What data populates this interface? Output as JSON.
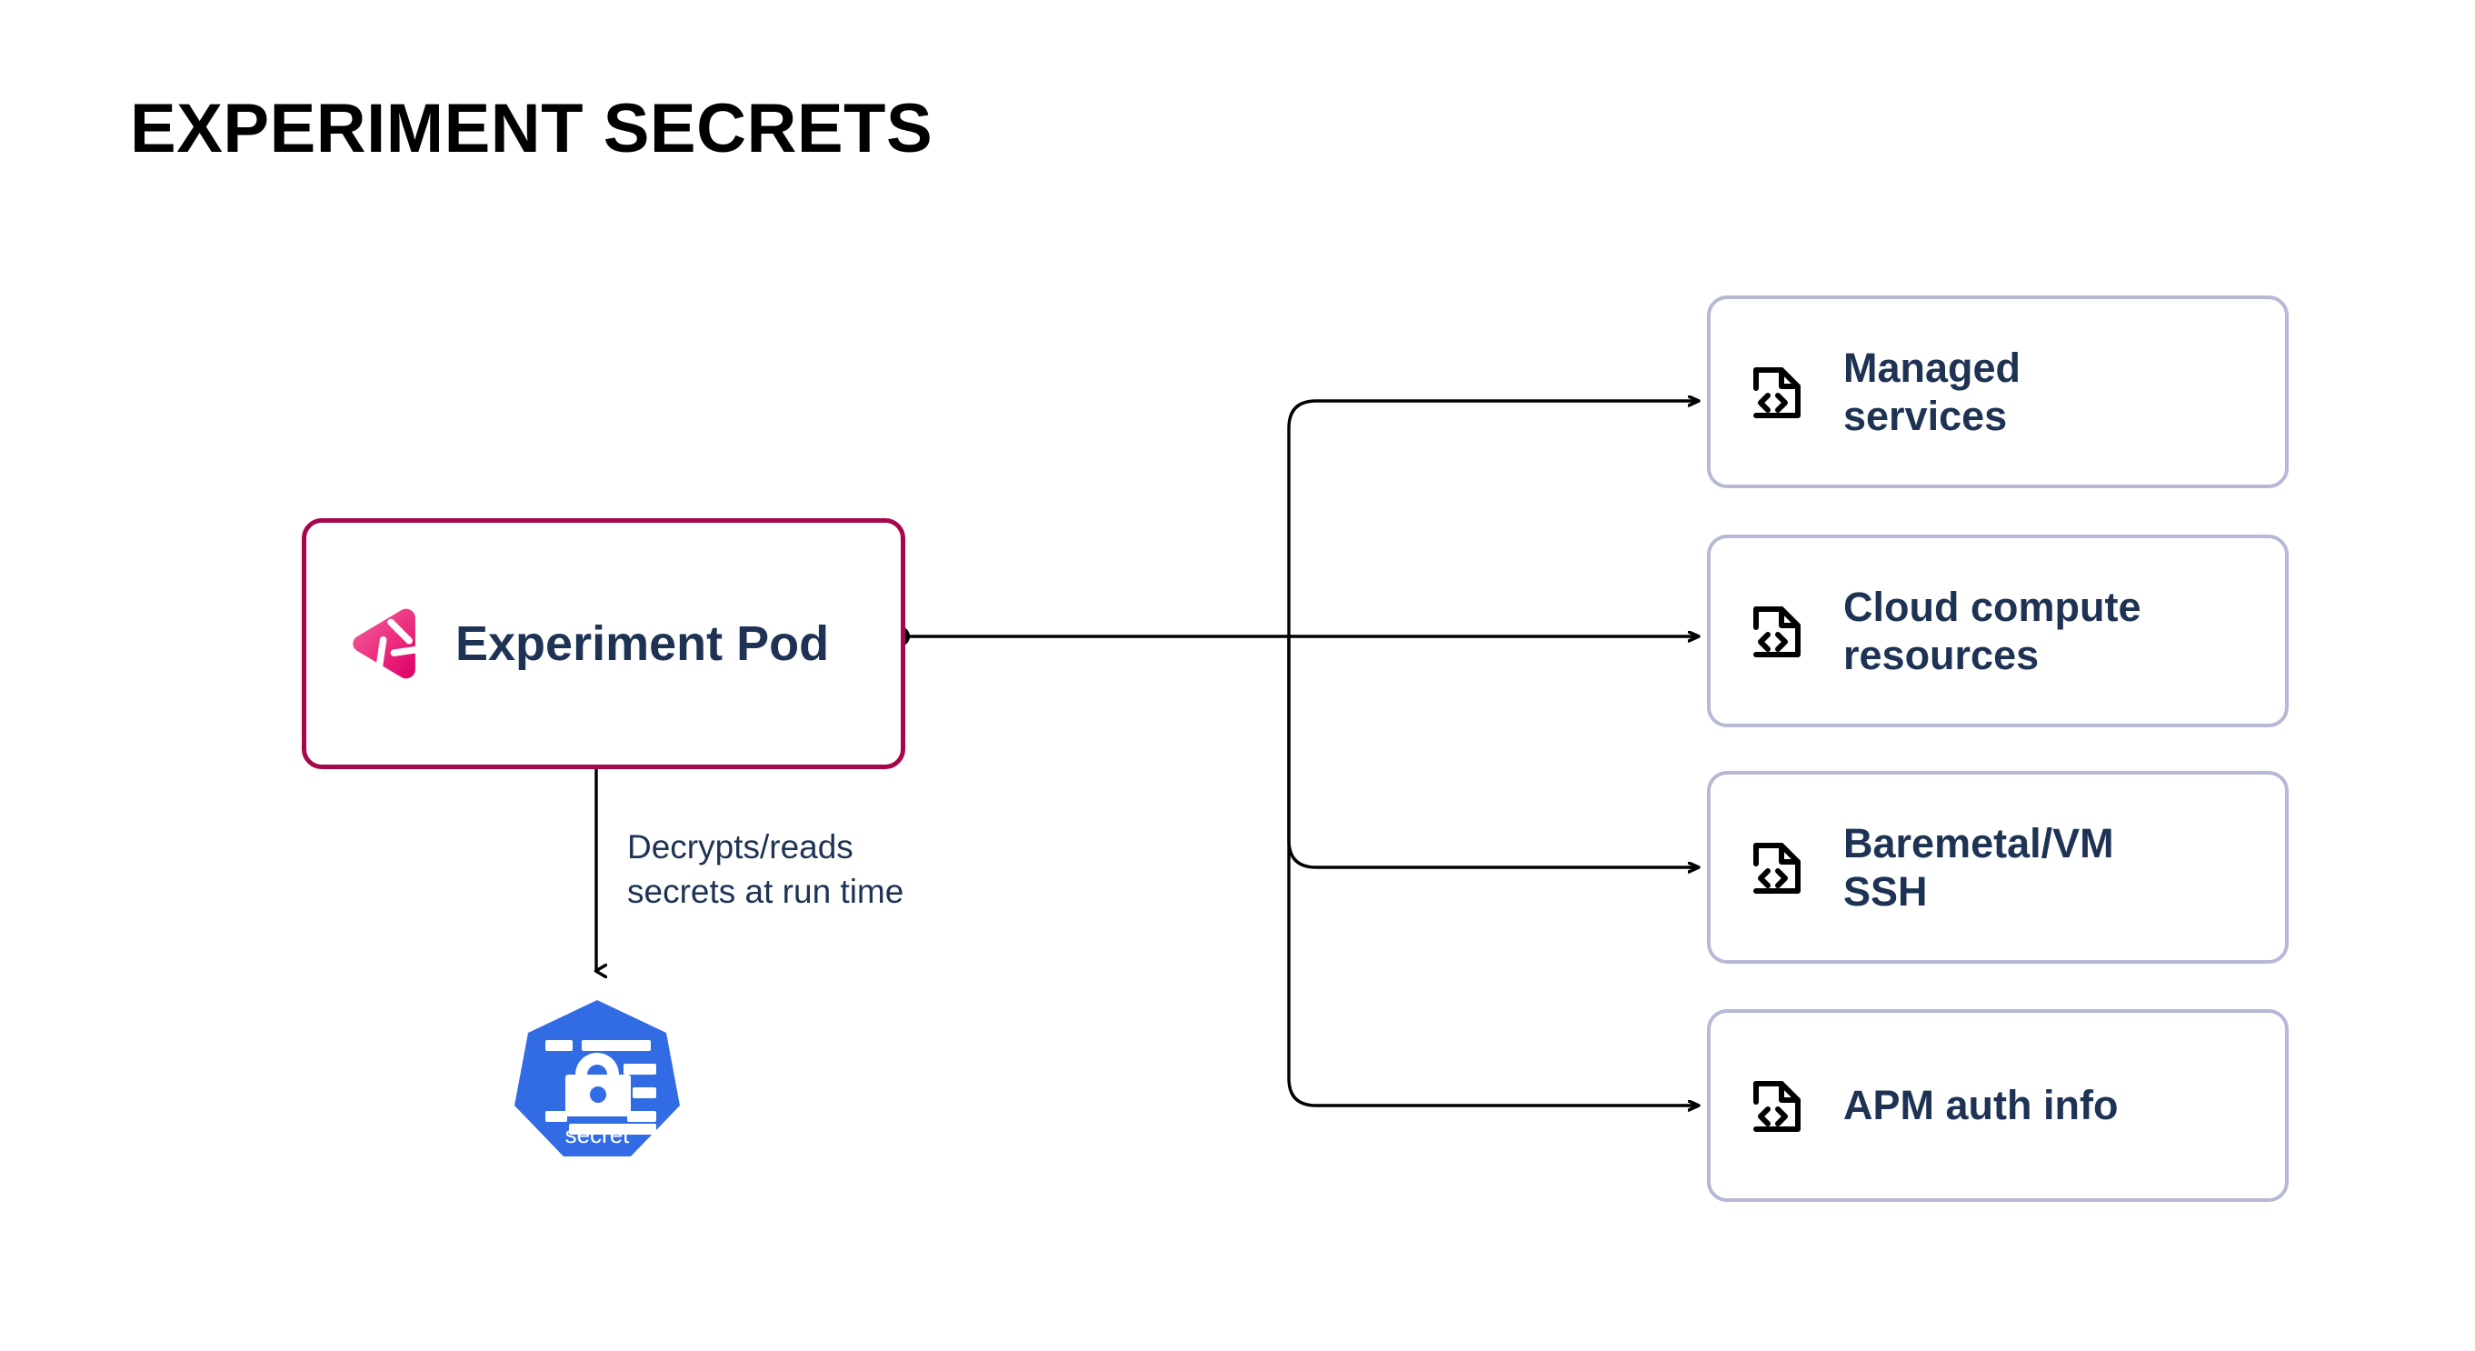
{
  "title": "EXPERIMENT SECRETS",
  "colors": {
    "pod_border": "#A7064B",
    "pod_logo_light": "#F0599B",
    "pod_logo_dark": "#E6136D",
    "text_navy": "#1E3353",
    "card_border": "#B6B9D6",
    "kubernetes_blue": "#326CE5",
    "connector": "#000000",
    "background": "#FFFFFF"
  },
  "pod": {
    "label": "Experiment Pod",
    "logo_name": "gremlin-logo"
  },
  "secret": {
    "label": "secret",
    "icon_name": "kubernetes-secret-icon"
  },
  "edge_label": {
    "text": "Decrypts/reads\nsecrets at run time"
  },
  "cards": [
    {
      "label": "Managed\nservices",
      "icon_name": "file-code-icon"
    },
    {
      "label": "Cloud compute\nresources",
      "icon_name": "file-code-icon"
    },
    {
      "label": "Baremetal/VM\nSSH",
      "icon_name": "file-code-icon"
    },
    {
      "label": "APM auth info",
      "icon_name": "file-code-icon"
    }
  ]
}
